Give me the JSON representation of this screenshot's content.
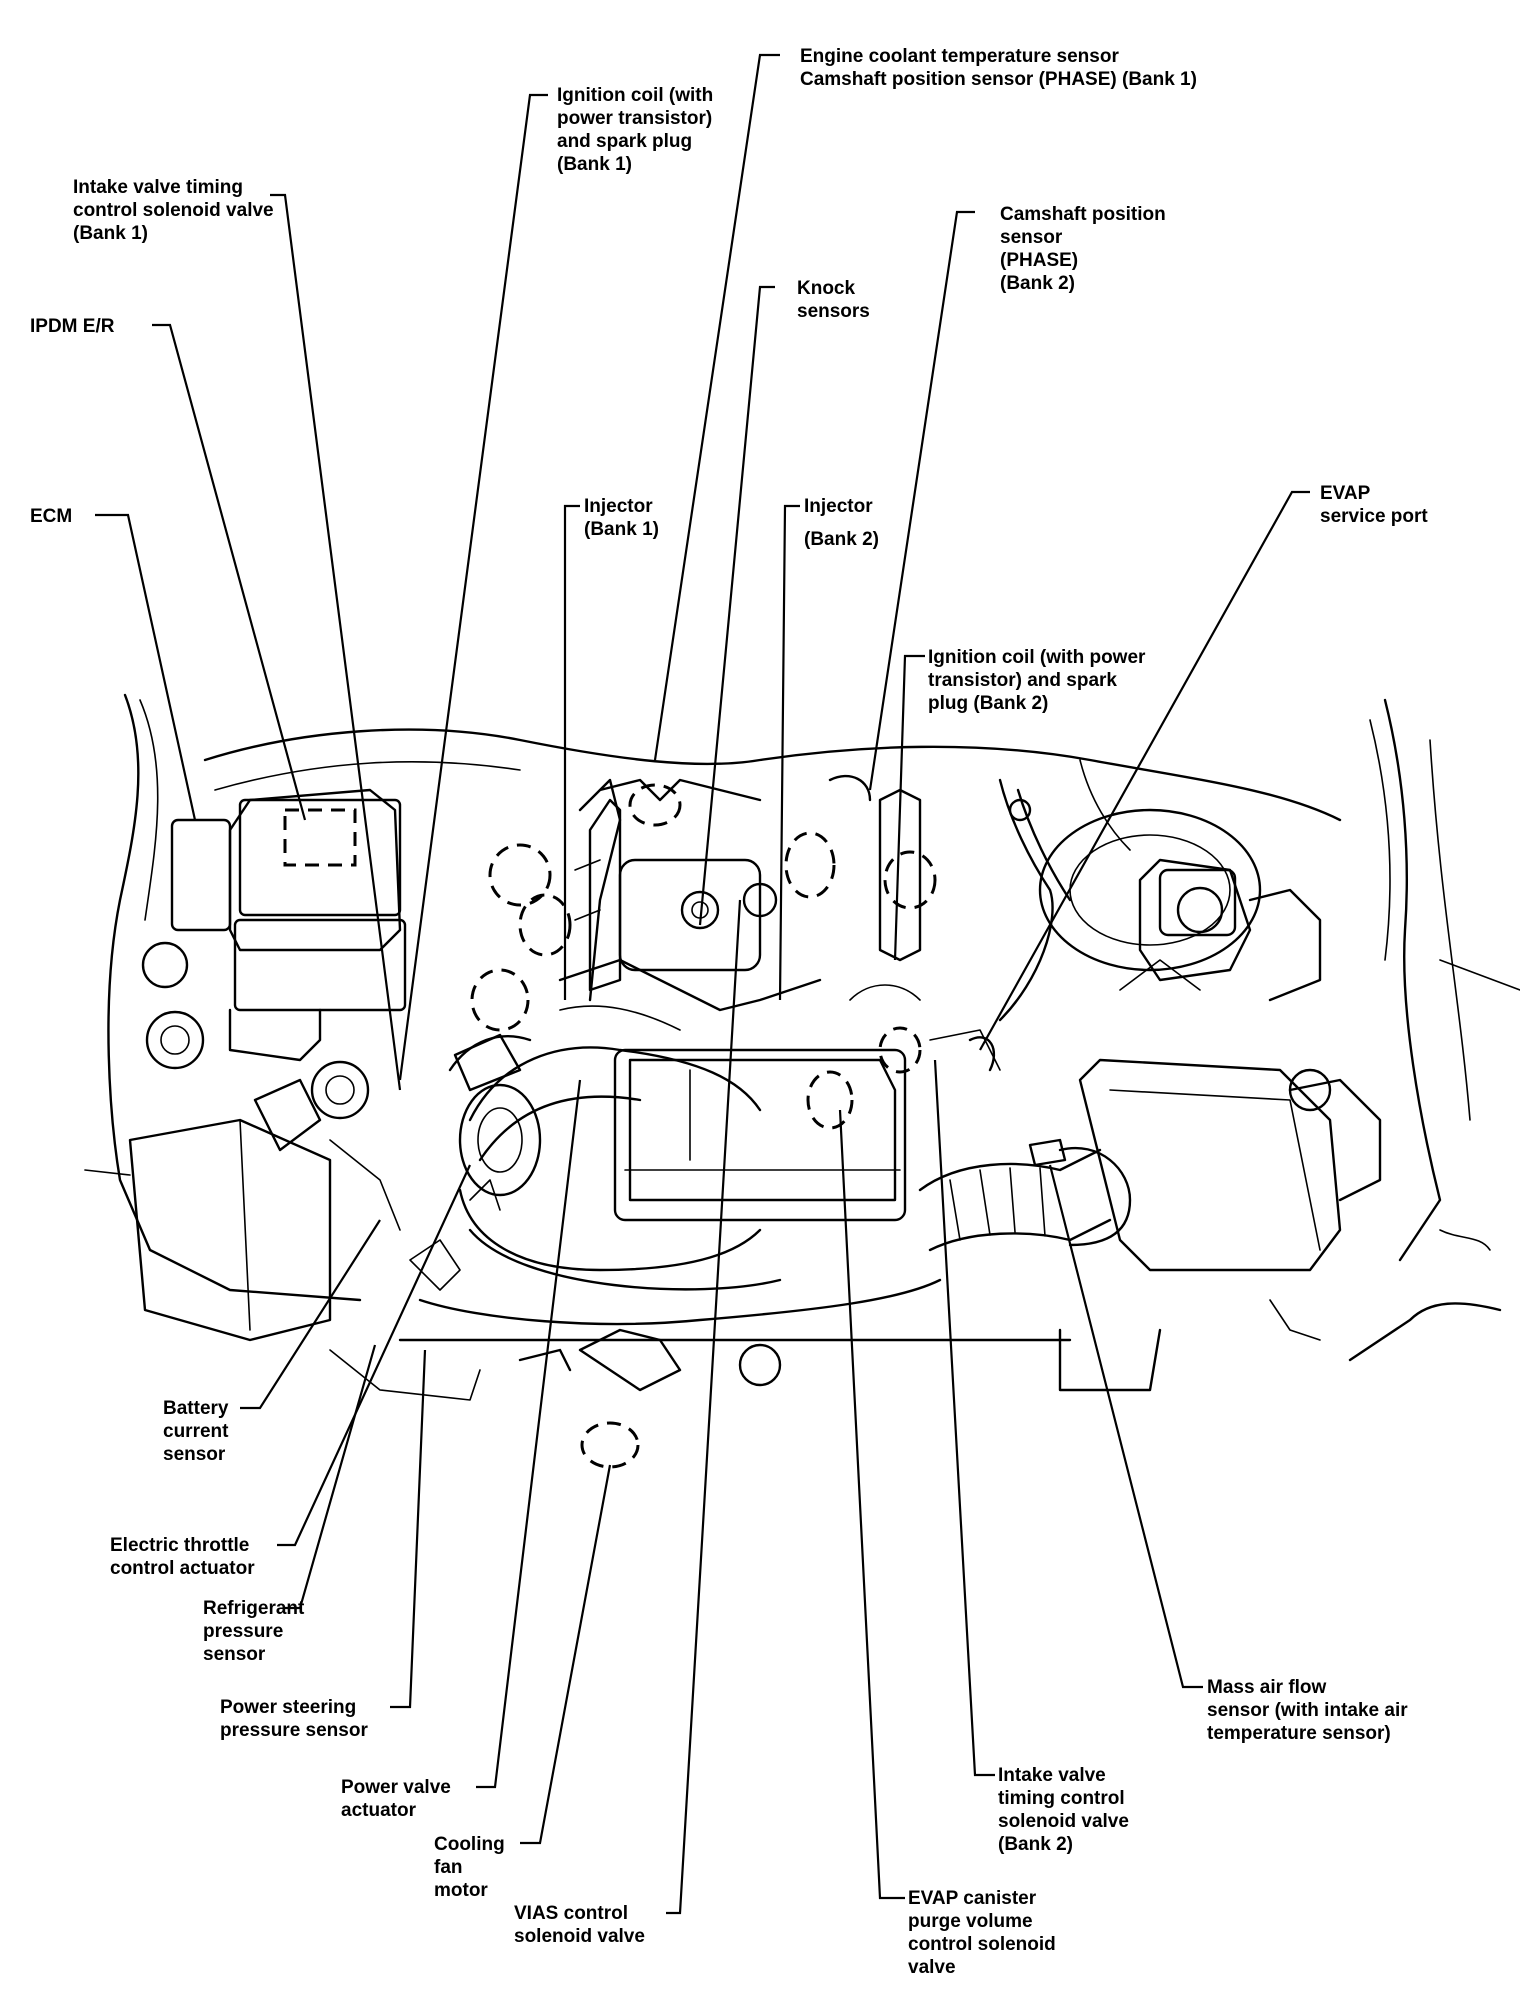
{
  "labels": {
    "engine_coolant_temp": [
      "Engine coolant temperature sensor",
      "Camshaft position sensor (PHASE) (Bank 1)"
    ],
    "ignition_coil_bank1": [
      "Ignition coil (with",
      "power transistor)",
      "and spark plug",
      "(Bank 1)"
    ],
    "intake_valve_timing_bank1": [
      "Intake valve timing",
      "control solenoid valve",
      "(Bank 1)"
    ],
    "camshaft_position_bank2": [
      "Camshaft position",
      "sensor",
      "(PHASE)",
      "(Bank 2)"
    ],
    "knock_sensors": [
      "Knock",
      "sensors"
    ],
    "ipdm": [
      "IPDM E/R"
    ],
    "ecm": [
      "ECM"
    ],
    "injector_bank1": [
      "Injector",
      "(Bank 1)"
    ],
    "injector_bank2": [
      "Injector",
      "(Bank 2)"
    ],
    "evap_service_port": [
      "EVAP",
      "service port"
    ],
    "ignition_coil_bank2": [
      "Ignition coil (with power",
      "transistor) and spark",
      "plug (Bank 2)"
    ],
    "battery_current": [
      "Battery",
      "current",
      "sensor"
    ],
    "electric_throttle": [
      "Electric throttle",
      "control actuator"
    ],
    "refrigerant_pressure": [
      "Refrigerant",
      "pressure",
      "sensor"
    ],
    "power_steering": [
      "Power steering",
      "pressure sensor"
    ],
    "power_valve": [
      "Power valve",
      "actuator"
    ],
    "cooling_fan": [
      "Cooling",
      "fan",
      "motor"
    ],
    "vias_control": [
      "VIAS control",
      "solenoid valve"
    ],
    "mass_air_flow": [
      "Mass air flow",
      "sensor (with intake air",
      "temperature sensor)"
    ],
    "intake_valve_timing_bank2": [
      "Intake valve",
      "timing control",
      "solenoid valve",
      "(Bank 2)"
    ],
    "evap_canister_purge": [
      "EVAP canister",
      "purge volume",
      "control solenoid",
      "valve"
    ]
  }
}
